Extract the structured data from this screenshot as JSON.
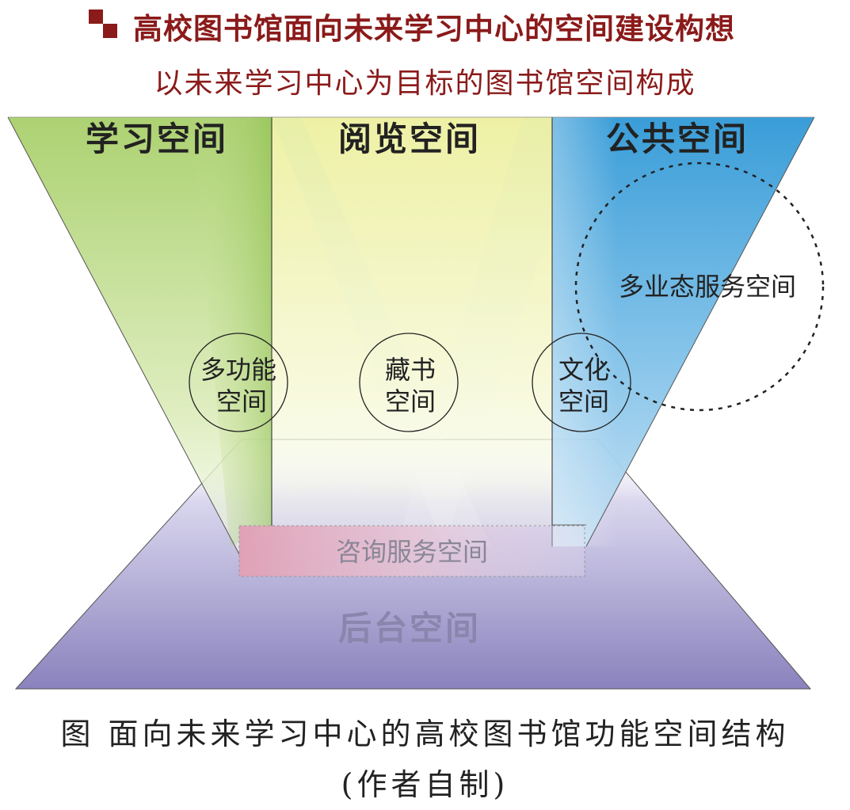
{
  "header": {
    "title": "高校图书馆面向未来学习中心的空间建设构想",
    "subtitle": "以未来学习中心为目标的图书馆空间构成"
  },
  "diagram": {
    "top_spaces": [
      "学习空间",
      "阅览空间",
      "公共空间"
    ],
    "circles": {
      "multifunction": [
        "多功能",
        "空间"
      ],
      "collection": [
        "藏书",
        "空间"
      ],
      "culture": [
        "文化",
        "空间"
      ]
    },
    "service_circle": "多业态服务空间",
    "consulting": "咨询服务空间",
    "backstage": "后台空间"
  },
  "caption": {
    "text": "图 面向未来学习中心的高校图书馆功能空间结构",
    "note": "(作者自制)"
  }
}
